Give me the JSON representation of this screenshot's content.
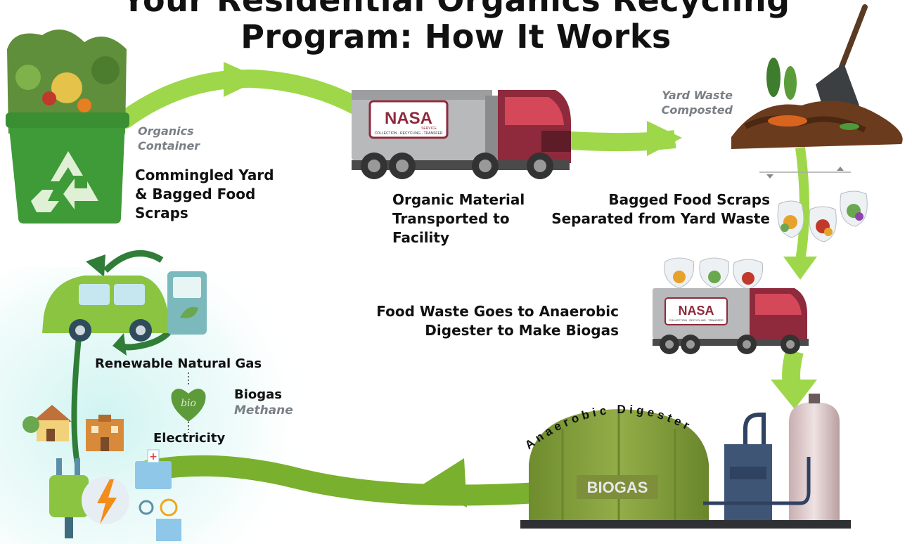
{
  "title": {
    "line1": "Your Residential Organics Recycling",
    "line2": "Program: How It Works"
  },
  "steps": {
    "container_caption": "Organics Container",
    "container_label": "Commingled Yard & Bagged Food Scraps",
    "transport_label": "Organic Material Transported to Facility",
    "yard_caption": "Yard Waste Composted",
    "separation_label": "Bagged Food Scraps Separated from Yard Waste",
    "digester_label": "Food Waste Goes to Anaerobic Digester to Make Biogas",
    "digester_arc": "Anaerobic Digester",
    "digester_tank": "BIOGAS",
    "rng_label": "Renewable Natural Gas",
    "biogas_label": "Biogas",
    "methane_caption": "Methane",
    "electricity_label": "Electricity",
    "bio_leaf": "bio"
  },
  "truck": {
    "brand": "NASA",
    "service": "SERVICE",
    "tagline": "COLLECTION · RECYCLING · TRANSFER"
  },
  "colors": {
    "arrow_light": "#9ed84a",
    "arrow_dark": "#6aa326",
    "cycle_green": "#2f7d37",
    "bin_green": "#3f9a38",
    "truck_red": "#8e2a3c",
    "dome_green": "#7e9a3a"
  }
}
